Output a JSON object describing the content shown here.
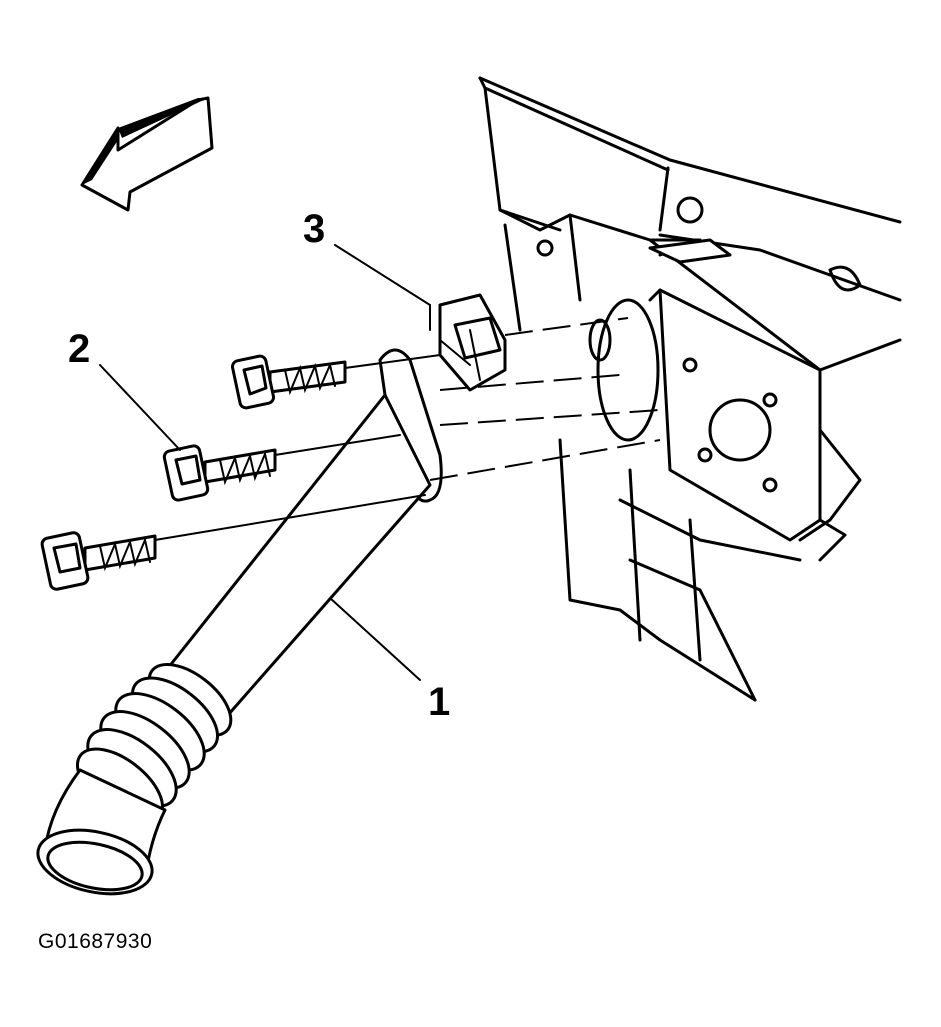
{
  "callouts": {
    "one": "1",
    "two": "2",
    "three": "3"
  },
  "figure_id": "G01687930",
  "icons": {
    "arrow": "direction-arrow-icon"
  }
}
